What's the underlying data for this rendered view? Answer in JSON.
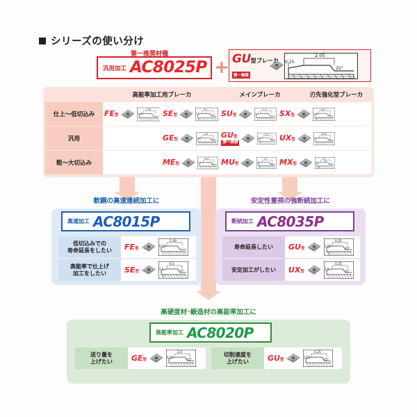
{
  "title": {
    "text": "シリーズの使い分け"
  },
  "hero": {
    "recommend_label": "第一推奨材種",
    "usage": "汎用加工",
    "code": "AC8025P",
    "plus": "+",
    "breaker": {
      "type": "GU",
      "suffix": "型ブレーカ",
      "badge": "第一推奨",
      "dims": [
        "0.25",
        "2.05",
        "25°"
      ]
    }
  },
  "table": {
    "headers": [
      "高能率加工用ブレーカ",
      "メインブレーカ",
      "刃先強化型ブレーカ"
    ],
    "rows": [
      {
        "label": "仕上～低切込み",
        "cells": [
          {
            "type": "FE",
            "kata": "型",
            "dims": [
              "1.40",
              "0.70"
            ],
            "badge": ""
          },
          {
            "type": "SE",
            "kata": "型",
            "dims": [
              "0.1",
              "1.5",
              "17°",
              "5°"
            ],
            "badge": ""
          },
          {
            "type": "SU",
            "kata": "型",
            "dims": [
              "1.3",
              "13°"
            ],
            "badge": ""
          },
          {
            "type": "SX",
            "kata": "型",
            "dims": [
              "0.2",
              "1.35",
              "15°",
              "3°"
            ],
            "badge": ""
          }
        ]
      },
      {
        "label": "汎用",
        "cells": [
          {
            "type": "",
            "kata": "",
            "dims": [],
            "badge": ""
          },
          {
            "type": "GE",
            "kata": "型",
            "dims": [
              "2.0",
              "0.25",
              "23°"
            ],
            "badge": ""
          },
          {
            "type": "GU",
            "kata": "型",
            "dims": [
              "0.25",
              "2.05",
              "25°",
              "7°"
            ],
            "badge": "第一推奨"
          },
          {
            "type": "UX",
            "kata": "型",
            "dims": [
              "0.25",
              "2.0",
              "15°"
            ],
            "badge": ""
          }
        ]
      },
      {
        "label": "粗～大切込み",
        "cells": [
          {
            "type": "",
            "kata": "",
            "dims": [],
            "badge": ""
          },
          {
            "type": "ME",
            "kata": "型",
            "dims": [
              "0.3",
              "2.4",
              "4°"
            ],
            "badge": ""
          },
          {
            "type": "MU",
            "kata": "型",
            "dims": [
              "0.3",
              "2.5",
              "20°",
              "4°"
            ],
            "badge": ""
          },
          {
            "type": "MX",
            "kata": "型",
            "dims": [
              "0.2",
              "2.8",
              "0.4",
              "20°",
              "15°"
            ],
            "badge": ""
          }
        ]
      }
    ]
  },
  "blue": {
    "caption": "軟鋼の高速連続加工に",
    "usage": "高速加工",
    "code": "AC8015P",
    "color": "#1d5eb8",
    "rows": [
      {
        "label1": "低切込みでの",
        "label2": "寿命延長をしたい",
        "type": "FE",
        "kata": "型",
        "dims": [
          "1.40",
          "0.70"
        ]
      },
      {
        "label1": "高能率で仕上げ",
        "label2": "加工をしたい",
        "type": "SE",
        "kata": "型",
        "dims": [
          "0.1",
          "1.5",
          "17°",
          "5°"
        ]
      }
    ]
  },
  "purple": {
    "caption": "安定性重視の強断続加工に",
    "usage": "断続加工",
    "code": "AC8035P",
    "color": "#8f2f8f",
    "rows": [
      {
        "label1": "寿命延長したい",
        "label2": "",
        "type": "GU",
        "kata": "型",
        "dims": [
          "0.25",
          "2.05",
          "25°",
          "7°"
        ]
      },
      {
        "label1": "安定加工がしたい",
        "label2": "",
        "type": "UX",
        "kata": "型",
        "dims": [
          "0.25",
          "2.0",
          "15°"
        ]
      }
    ]
  },
  "green": {
    "caption": "高硬度材･鍛造材の高能率加工に",
    "usage": "高能率加工",
    "code": "AC8020P",
    "color": "#1f9a45",
    "rows": [
      {
        "label1": "送り量を",
        "label2": "上げたい",
        "type": "GE",
        "kata": "型",
        "dims": [
          "2.0",
          "0.25",
          "23°"
        ]
      },
      {
        "label1": "切削速度を",
        "label2": "上げたい",
        "type": "GU",
        "kata": "型",
        "dims": [
          "0.25",
          "2.05",
          "25°"
        ]
      }
    ]
  }
}
